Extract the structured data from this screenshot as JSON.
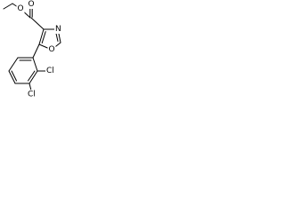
{
  "structure": {
    "type": "chemical-structure",
    "atom_labels": {
      "ester_o_carbonyl": "O",
      "ester_o_ether": "O",
      "oxazole_n": "N",
      "oxazole_o": "O",
      "cl_top": "Cl",
      "cl_bottom": "Cl"
    },
    "colors": {
      "bond": "#000000",
      "label": "#000000",
      "background": "#ffffff"
    }
  }
}
